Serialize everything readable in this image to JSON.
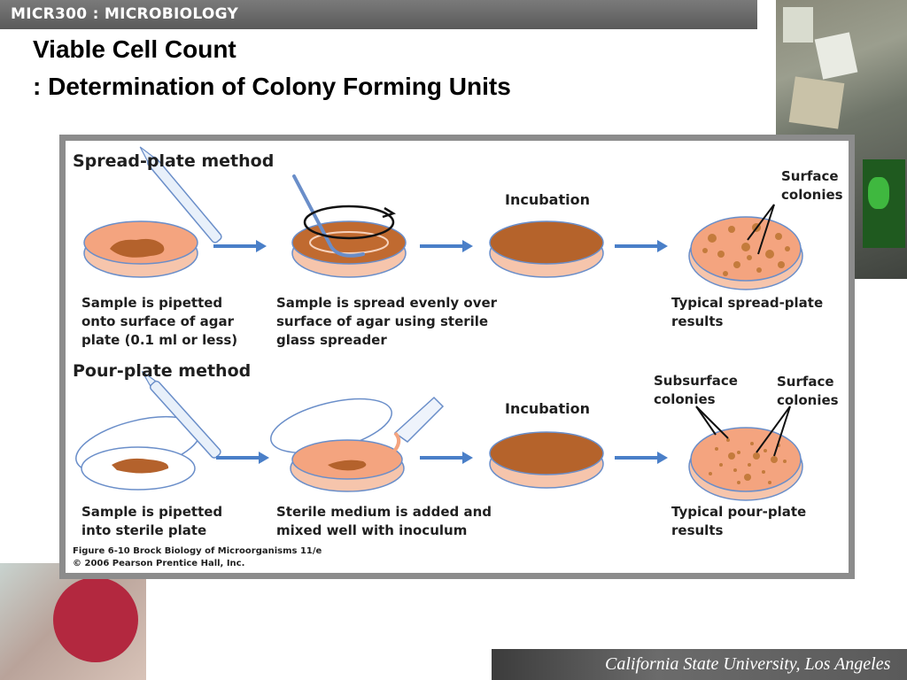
{
  "header": {
    "course_label": "MICR300 : MICROBIOLOGY"
  },
  "title": {
    "line1": "Viable Cell Count",
    "line2": ": Determination of Colony Forming Units"
  },
  "figure": {
    "spread": {
      "heading": "Spread-plate method",
      "step1": [
        "Sample is pipetted",
        "onto surface of agar",
        "plate (0.1 ml or less)"
      ],
      "step2": [
        "Sample is spread evenly over",
        "surface of agar using sterile",
        "glass spreader"
      ],
      "incubation": "Incubation",
      "surface_label": [
        "Surface",
        "colonies"
      ],
      "result": [
        "Typical spread-plate",
        "results"
      ]
    },
    "pour": {
      "heading": "Pour-plate method",
      "step1": [
        "Sample is pipetted",
        "into sterile plate"
      ],
      "step2": [
        "Sterile medium is added and",
        "mixed well with inoculum"
      ],
      "incubation": "Incubation",
      "subsurface_label": [
        "Subsurface",
        "colonies"
      ],
      "surface_label": [
        "Surface",
        "colonies"
      ],
      "result": [
        "Typical pour-plate",
        "results"
      ]
    },
    "credit": [
      "Figure 6-10  Brock Biology of Microorganisms 11/e",
      "© 2006 Pearson Prentice Hall, Inc."
    ]
  },
  "footer": {
    "university": "California State University, Los Angeles"
  },
  "colors": {
    "agar": "#f4a47f",
    "colony": "#c47b3c",
    "arrow": "#4a7fc8",
    "incubated_agar": "#b5632b"
  }
}
